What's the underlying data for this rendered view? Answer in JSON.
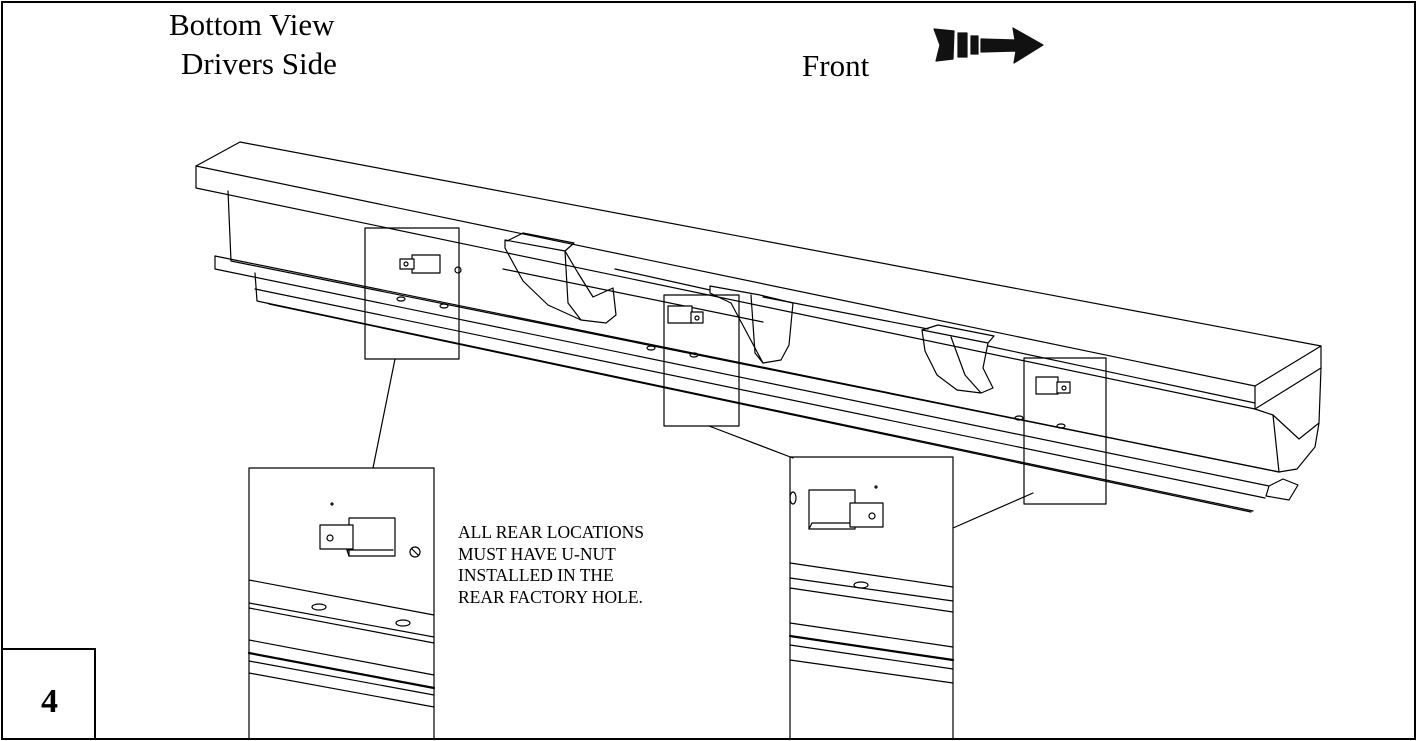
{
  "header": {
    "view_line1": "Bottom View",
    "view_line2": "Drivers Side",
    "front_label": "Front",
    "front_arrow_icon": "arrow-right-icon"
  },
  "note": {
    "lines": [
      "ALL REAR LOCATIONS",
      "MUST HAVE U-NUT",
      "INSTALLED IN THE",
      "REAR FACTORY HOLE."
    ]
  },
  "step": {
    "number": "4"
  },
  "colors": {
    "line": "#000000",
    "background": "#ffffff"
  }
}
